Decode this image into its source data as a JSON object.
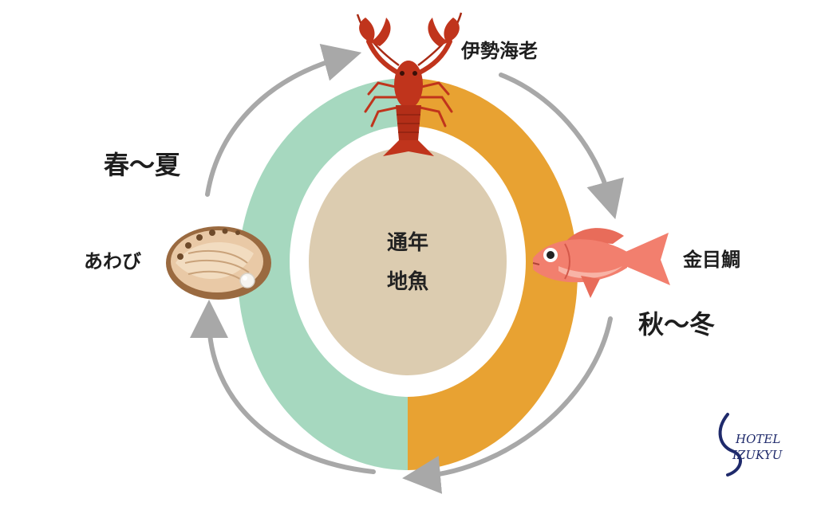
{
  "center": {
    "line1": "通年",
    "line2": "地魚"
  },
  "species": {
    "lobster": "伊勢海老",
    "snapper": "金目鯛",
    "abalone": "あわび"
  },
  "seasons": {
    "autumn_winter": "秋〜冬",
    "spring_summer": "春〜夏"
  },
  "logo": {
    "line1": "HOTEL",
    "line2": "IZUKYU"
  },
  "icons": {
    "lobster": "lobster-icon",
    "snapper": "red-snapper-icon",
    "abalone": "abalone-icon"
  },
  "colors": {
    "spring_summer_ring": "#a6d8bf",
    "autumn_winter_ring": "#e8a232",
    "center_disc": "#dcccb0",
    "arrows": "#a8a8a8",
    "lobster": "#c0341c",
    "snapper": "#f27f6e",
    "abalone_shell": "#e9c9a6",
    "logo": "#1f2a6b"
  }
}
